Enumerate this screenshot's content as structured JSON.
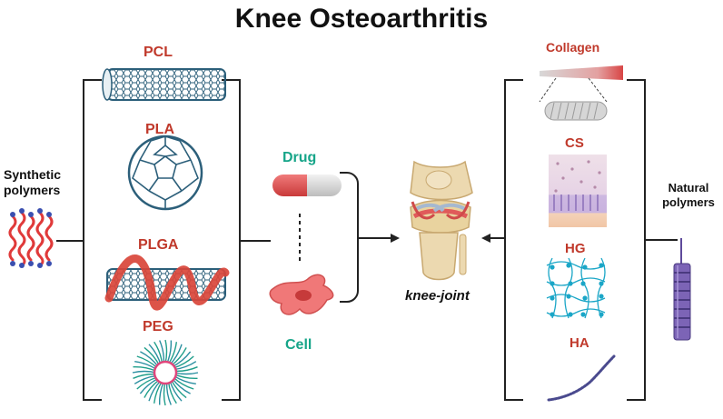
{
  "title": "Knee Osteoarthritis",
  "left_group": {
    "label_line1": "Synthetic",
    "label_line2": "polymers",
    "items": [
      "PCL",
      "PLA",
      "PLGA",
      "PEG"
    ]
  },
  "middle": {
    "drug": "Drug",
    "cell": "Cell",
    "target": "knee-joint"
  },
  "right_group": {
    "label_line1": "Natural",
    "label_line2": "polymers",
    "items": [
      "Collagen",
      "CS",
      "HG",
      "HA"
    ]
  },
  "colors": {
    "item_label": "#c0392b",
    "middle_label": "#17a589",
    "bracket": "#222222",
    "nanotube": "#2c5f7a",
    "helix": "#d9453a",
    "polymer_chain": "#e03a3a",
    "polymer_end": "#3a4fb0",
    "natural_column": "#5e4a9b"
  }
}
